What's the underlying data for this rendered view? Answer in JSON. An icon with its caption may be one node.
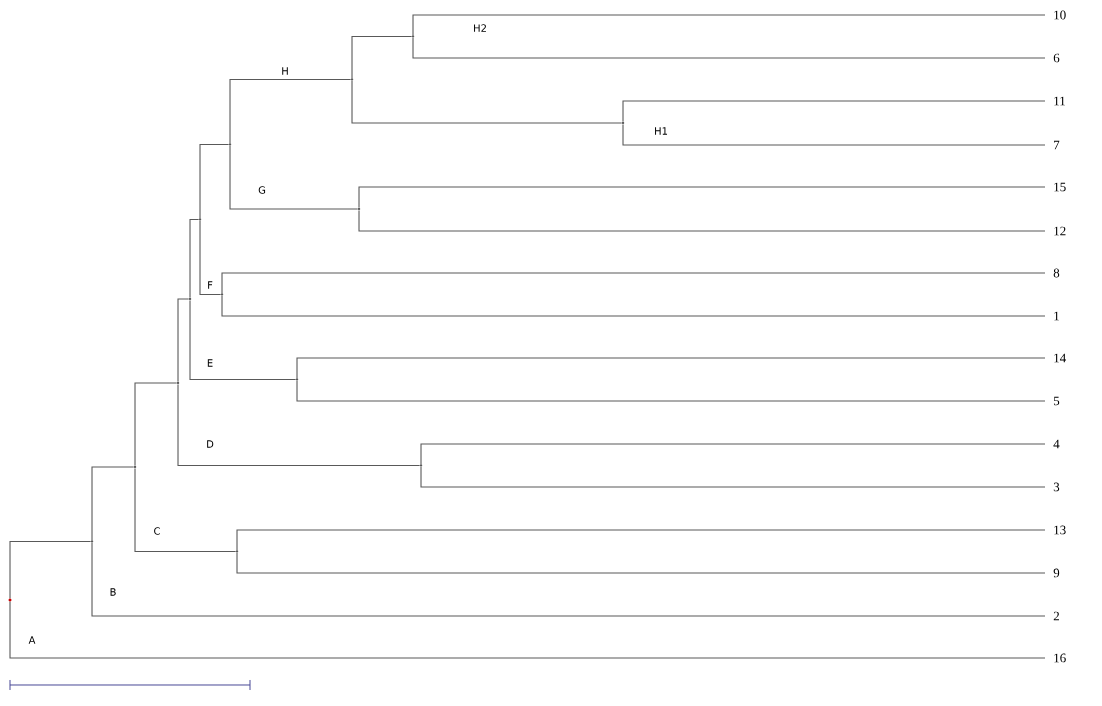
{
  "diagram": {
    "nodes": [
      {
        "text": [
          "10"
        ]
      },
      {
        "text": [
          "6"
        ]
      },
      {
        "text": [
          "11"
        ]
      },
      {
        "text": [
          "7"
        ]
      },
      {
        "text": [
          "15"
        ]
      },
      {
        "text": [
          "12"
        ]
      },
      {
        "text": [
          "8"
        ]
      },
      {
        "text": [
          "1"
        ]
      },
      {
        "text": [
          "14"
        ]
      },
      {
        "text": [
          "5"
        ]
      },
      {
        "text": [
          "4"
        ]
      },
      {
        "text": [
          "3"
        ]
      },
      {
        "text": [
          "13"
        ]
      },
      {
        "text": [
          "9"
        ]
      },
      {
        "text": [
          "2"
        ]
      },
      {
        "text": [
          "16"
        ]
      },
      {
        "text": [],
        "shape": "circle"
      },
      {
        "text": [],
        "shape": "point"
      },
      {
        "text": [],
        "shape": "point"
      },
      {
        "text": [],
        "shape": "point"
      },
      {
        "text": [],
        "shape": "point"
      },
      {
        "text": [],
        "shape": "point"
      },
      {
        "text": [],
        "shape": "point"
      },
      {
        "text": [],
        "shape": "point"
      },
      {
        "text": [],
        "shape": "point"
      },
      {
        "text": [],
        "shape": "point"
      },
      {
        "text": [],
        "shape": "point"
      },
      {
        "text": [],
        "shape": "point"
      },
      {
        "text": [],
        "shape": "point"
      },
      {
        "text": [],
        "shape": "point"
      },
      {
        "text": [],
        "shape": "point"
      }
    ],
    "edges": [
      {
        "from": 16,
        "to": 17,
        "arrow": "none"
      },
      {
        "from": 16,
        "to": 15,
        "arrow": "none",
        "label": "A"
      },
      {
        "from": 17,
        "to": 18,
        "arrow": "none"
      },
      {
        "from": 17,
        "to": 14,
        "arrow": "none",
        "label": "B"
      },
      {
        "from": 18,
        "to": 19,
        "arrow": "none",
        "label": "C"
      },
      {
        "from": 18,
        "to": 20,
        "arrow": "none"
      },
      {
        "from": 19,
        "to": 12,
        "arrow": "none"
      },
      {
        "from": 19,
        "to": 13,
        "arrow": "none"
      },
      {
        "from": 20,
        "to": 21,
        "arrow": "none",
        "label": "D"
      },
      {
        "from": 20,
        "to": 22,
        "arrow": "none"
      },
      {
        "from": 21,
        "to": 10,
        "arrow": "none"
      },
      {
        "from": 21,
        "to": 11,
        "arrow": "none"
      },
      {
        "from": 22,
        "to": 23,
        "arrow": "none",
        "label": "E"
      },
      {
        "from": 22,
        "to": 24,
        "arrow": "none"
      },
      {
        "from": 23,
        "to": 8,
        "arrow": "none"
      },
      {
        "from": 23,
        "to": 9,
        "arrow": "none"
      },
      {
        "from": 24,
        "to": 25,
        "arrow": "none",
        "label": "F"
      },
      {
        "from": 24,
        "to": 26,
        "arrow": "none"
      },
      {
        "from": 25,
        "to": 6,
        "arrow": "none"
      },
      {
        "from": 25,
        "to": 7,
        "arrow": "none"
      },
      {
        "from": 26,
        "to": 28,
        "arrow": "none",
        "label": "H"
      },
      {
        "from": 26,
        "to": 27,
        "arrow": "none",
        "label": "G"
      },
      {
        "from": 27,
        "to": 4,
        "arrow": "none"
      },
      {
        "from": 27,
        "to": 5,
        "arrow": "none"
      },
      {
        "from": 28,
        "to": 29,
        "arrow": "none"
      },
      {
        "from": 28,
        "to": 30,
        "arrow": "none"
      },
      {
        "from": 29,
        "to": 0,
        "arrow": "none",
        "label": "H2"
      },
      {
        "from": 29,
        "to": 1,
        "arrow": "none"
      },
      {
        "from": 30,
        "to": 2,
        "arrow": "none"
      },
      {
        "from": 30,
        "to": 3,
        "arrow": "none",
        "label": "H1"
      }
    ]
  }
}
